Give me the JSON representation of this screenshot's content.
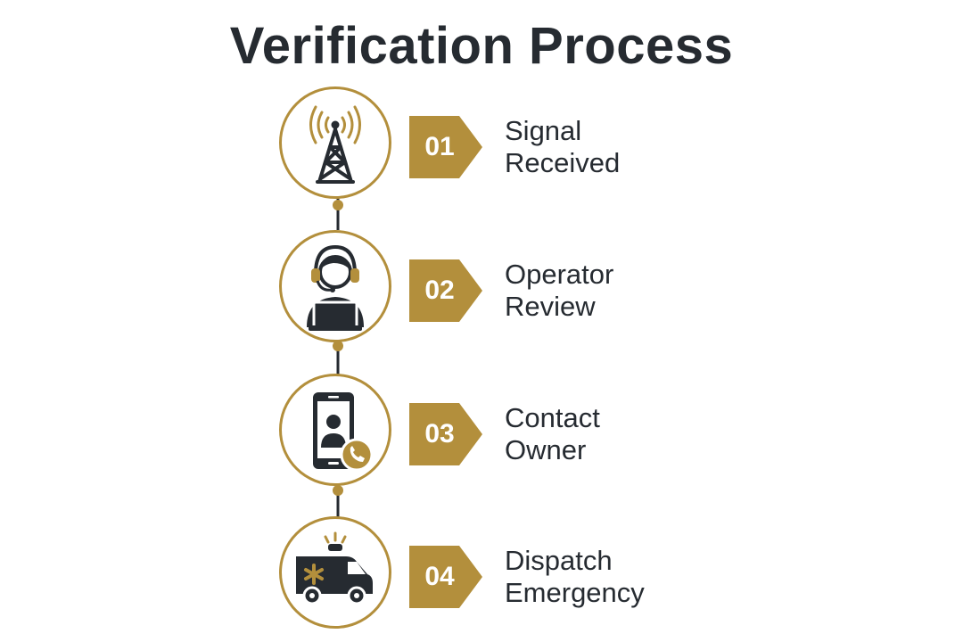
{
  "title": "Verification Process",
  "colors": {
    "gold": "#b38f3c",
    "dark": "#262b31",
    "background": "#ffffff"
  },
  "steps": [
    {
      "number": "01",
      "line1": "Signal",
      "line2": "Received",
      "icon": "cell-tower-icon"
    },
    {
      "number": "02",
      "line1": "Operator",
      "line2": "Review",
      "icon": "operator-headset-icon"
    },
    {
      "number": "03",
      "line1": "Contact",
      "line2": "Owner",
      "icon": "smartphone-call-icon"
    },
    {
      "number": "04",
      "line1": "Dispatch",
      "line2": "Emergency",
      "icon": "ambulance-icon"
    }
  ]
}
